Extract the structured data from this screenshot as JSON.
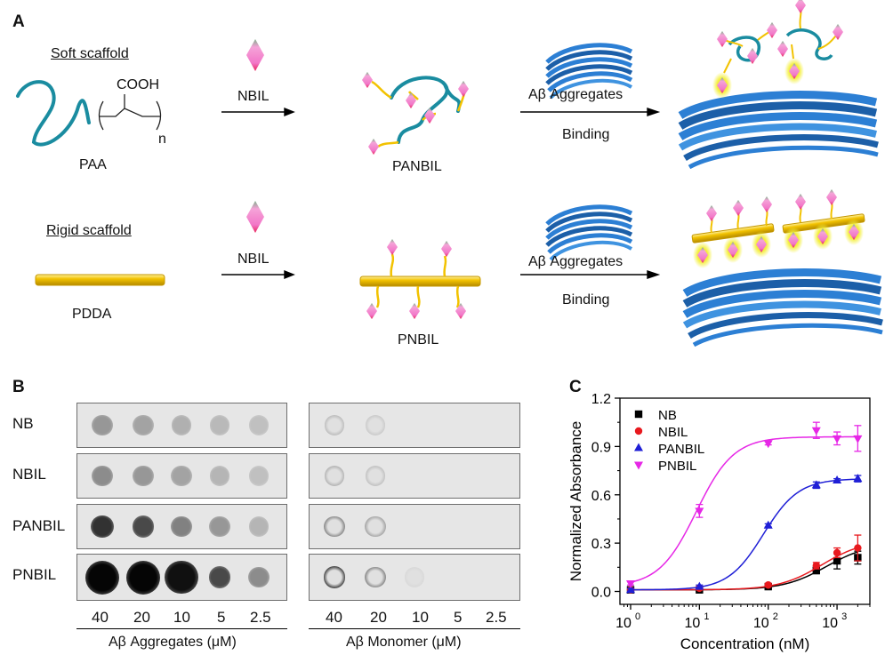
{
  "panels": {
    "a": "A",
    "b": "B",
    "c": "C"
  },
  "schematic": {
    "soft_scaffold": "Soft scaffold",
    "rigid_scaffold": "Rigid scaffold",
    "cooh": "COOH",
    "n_subscript": "n",
    "paa": "PAA",
    "pdda": "PDDA",
    "nbil_top": "NBIL",
    "nbil_bottom": "NBIL",
    "panbil": "PANBIL",
    "pnbil": "PNBIL",
    "aggregates_top": "Aβ Aggregates",
    "binding_top": "Binding",
    "aggregates_bottom": "Aβ Aggregates",
    "binding_bottom": "Binding"
  },
  "blot": {
    "rows": [
      "NB",
      "NBIL",
      "PANBIL",
      "PNBIL"
    ],
    "agg_concs": [
      "40",
      "20",
      "10",
      "5",
      "2.5"
    ],
    "mono_concs": [
      "40",
      "20",
      "10",
      "5",
      "2.5"
    ],
    "agg_label": "Aβ Aggregates (μM)",
    "mono_label": "Aβ Monomer (μM)",
    "agg_intensity": [
      [
        0.35,
        0.3,
        0.24,
        0.2,
        0.17
      ],
      [
        0.4,
        0.35,
        0.3,
        0.22,
        0.17
      ],
      [
        0.8,
        0.7,
        0.45,
        0.35,
        0.22
      ],
      [
        1.0,
        1.0,
        0.95,
        0.7,
        0.4
      ]
    ],
    "mono_intensity": [
      [
        0.18,
        0.12,
        0.0,
        0.0,
        0.0
      ],
      [
        0.22,
        0.16,
        0.0,
        0.0,
        0.0
      ],
      [
        0.4,
        0.28,
        0.0,
        0.0,
        0.0
      ],
      [
        0.7,
        0.4,
        0.06,
        0.0,
        0.0
      ]
    ]
  },
  "chart_data": {
    "type": "scatter",
    "xlabel": "Concentration (nM)",
    "ylabel": "Normalized Absorbance",
    "xscale": "log",
    "xlim": [
      0.7,
      3000
    ],
    "ylim": [
      -0.08,
      1.2
    ],
    "yticks": [
      "0.0",
      "0.3",
      "0.6",
      "0.9",
      "1.2"
    ],
    "xticks": [
      "10",
      "10",
      "10",
      "10"
    ],
    "xtick_exponents": [
      "0",
      "1",
      "2",
      "3"
    ],
    "legend_position": "top-left",
    "series": [
      {
        "name": "NB",
        "color": "#000000",
        "marker": "square",
        "x": [
          1,
          10,
          100,
          500,
          1000,
          2000
        ],
        "y": [
          0.01,
          0.01,
          0.03,
          0.13,
          0.19,
          0.21
        ],
        "err": [
          0.01,
          0.01,
          0.01,
          0.02,
          0.05,
          0.04
        ],
        "fit": {
          "bottom": 0.01,
          "top": 0.3,
          "ec50": 700,
          "hill": 1.4
        }
      },
      {
        "name": "NBIL",
        "color": "#e8191e",
        "marker": "circle",
        "x": [
          1,
          10,
          100,
          500,
          1000,
          2000
        ],
        "y": [
          0.01,
          0.02,
          0.04,
          0.16,
          0.24,
          0.27
        ],
        "err": [
          0.01,
          0.01,
          0.01,
          0.02,
          0.03,
          0.08
        ],
        "fit": {
          "bottom": 0.01,
          "top": 0.32,
          "ec50": 600,
          "hill": 1.4
        }
      },
      {
        "name": "PANBIL",
        "color": "#1f1fd6",
        "marker": "triangle-up",
        "x": [
          1,
          10,
          100,
          500,
          1000,
          2000
        ],
        "y": [
          0.01,
          0.03,
          0.41,
          0.66,
          0.69,
          0.7
        ],
        "err": [
          0.01,
          0.01,
          0.01,
          0.02,
          0.01,
          0.02
        ],
        "fit": {
          "bottom": 0.01,
          "top": 0.7,
          "ec50": 85,
          "hill": 1.7
        }
      },
      {
        "name": "PNBIL",
        "color": "#e627e6",
        "marker": "triangle-down",
        "x": [
          1,
          10,
          100,
          500,
          1000,
          2000
        ],
        "y": [
          0.05,
          0.5,
          0.92,
          1.0,
          0.95,
          0.95
        ],
        "err": [
          0.01,
          0.04,
          0.01,
          0.05,
          0.04,
          0.08
        ],
        "fit": {
          "bottom": 0.03,
          "top": 0.96,
          "ec50": 9,
          "hill": 1.6
        }
      }
    ]
  },
  "colors": {
    "teal": "#1a8ca0",
    "gold": "#f2c200",
    "pink": "#f277c8",
    "protein_blue": "#2c7fd4",
    "glow": "#f4ef3a"
  }
}
